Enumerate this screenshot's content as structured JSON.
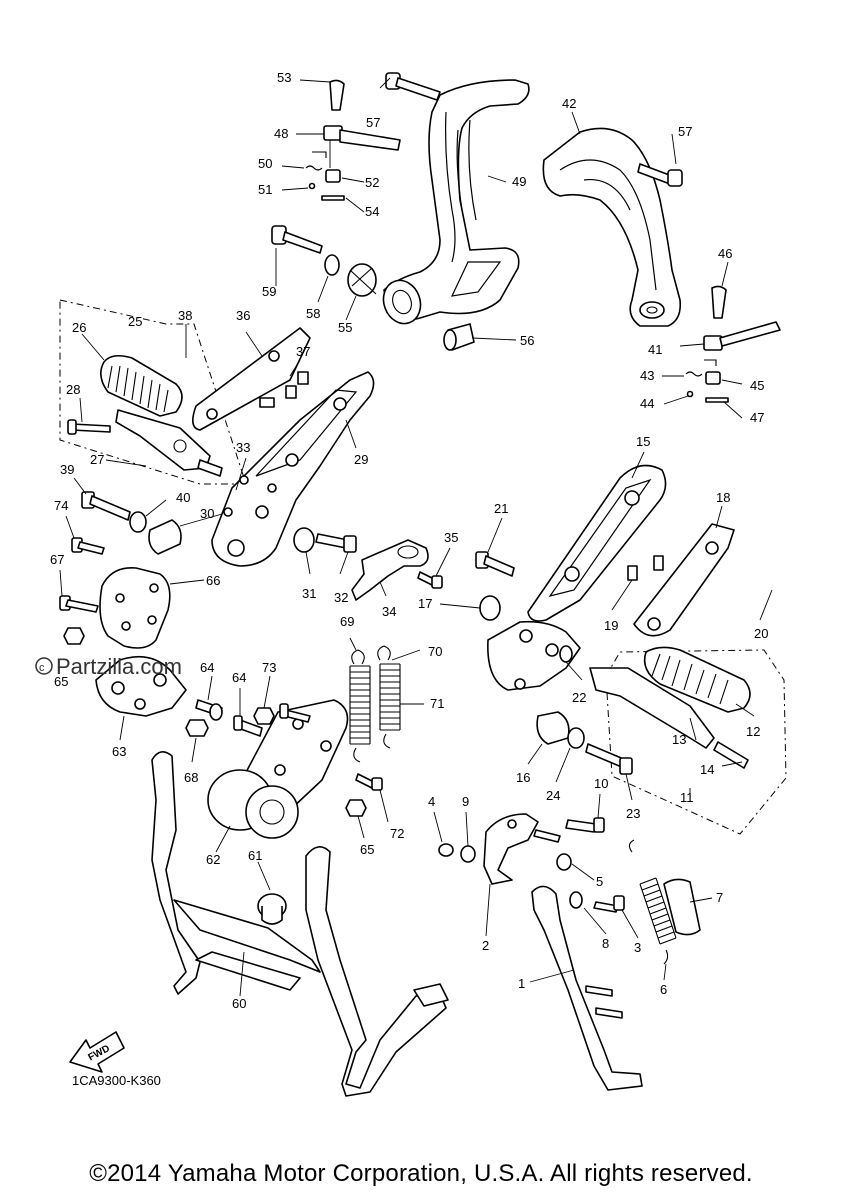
{
  "diagram": {
    "reference_code": "1CA9300-K360",
    "fwd_label": "FWD",
    "watermark": "Partzilla.com",
    "copyright": "©2014 Yamaha Motor Corporation, U.S.A. All rights reserved.",
    "callouts": {
      "c1": "1",
      "c2": "2",
      "c3": "3",
      "c4": "4",
      "c5": "5",
      "c6": "6",
      "c7": "7",
      "c8": "8",
      "c9": "9",
      "c10": "10",
      "c11": "11",
      "c12": "12",
      "c13": "13",
      "c14": "14",
      "c15": "15",
      "c16": "16",
      "c17": "17",
      "c18": "18",
      "c19": "19",
      "c20": "20",
      "c21": "21",
      "c22": "22",
      "c23": "23",
      "c24": "24",
      "c25": "25",
      "c26": "26",
      "c27": "27",
      "c28": "28",
      "c29": "29",
      "c30": "30",
      "c31": "31",
      "c32": "32",
      "c33": "33",
      "c34": "34",
      "c35": "35",
      "c36": "36",
      "c37": "37",
      "c38": "38",
      "c39": "39",
      "c40": "40",
      "c41": "41",
      "c42": "42",
      "c43": "43",
      "c44": "44",
      "c45": "45",
      "c46": "46",
      "c47": "47",
      "c48": "48",
      "c49": "49",
      "c50": "50",
      "c51": "51",
      "c52": "52",
      "c53": "53",
      "c54": "54",
      "c55": "55",
      "c56": "56",
      "c57a": "57",
      "c57b": "57",
      "c58": "58",
      "c59": "59",
      "c60": "60",
      "c61": "61",
      "c62": "62",
      "c63": "63",
      "c64a": "64",
      "c64b": "64",
      "c65a": "65",
      "c65b": "65",
      "c66": "66",
      "c67": "67",
      "c68": "68",
      "c69": "69",
      "c70": "70",
      "c71": "71",
      "c72": "72",
      "c73": "73",
      "c74": "74"
    }
  }
}
